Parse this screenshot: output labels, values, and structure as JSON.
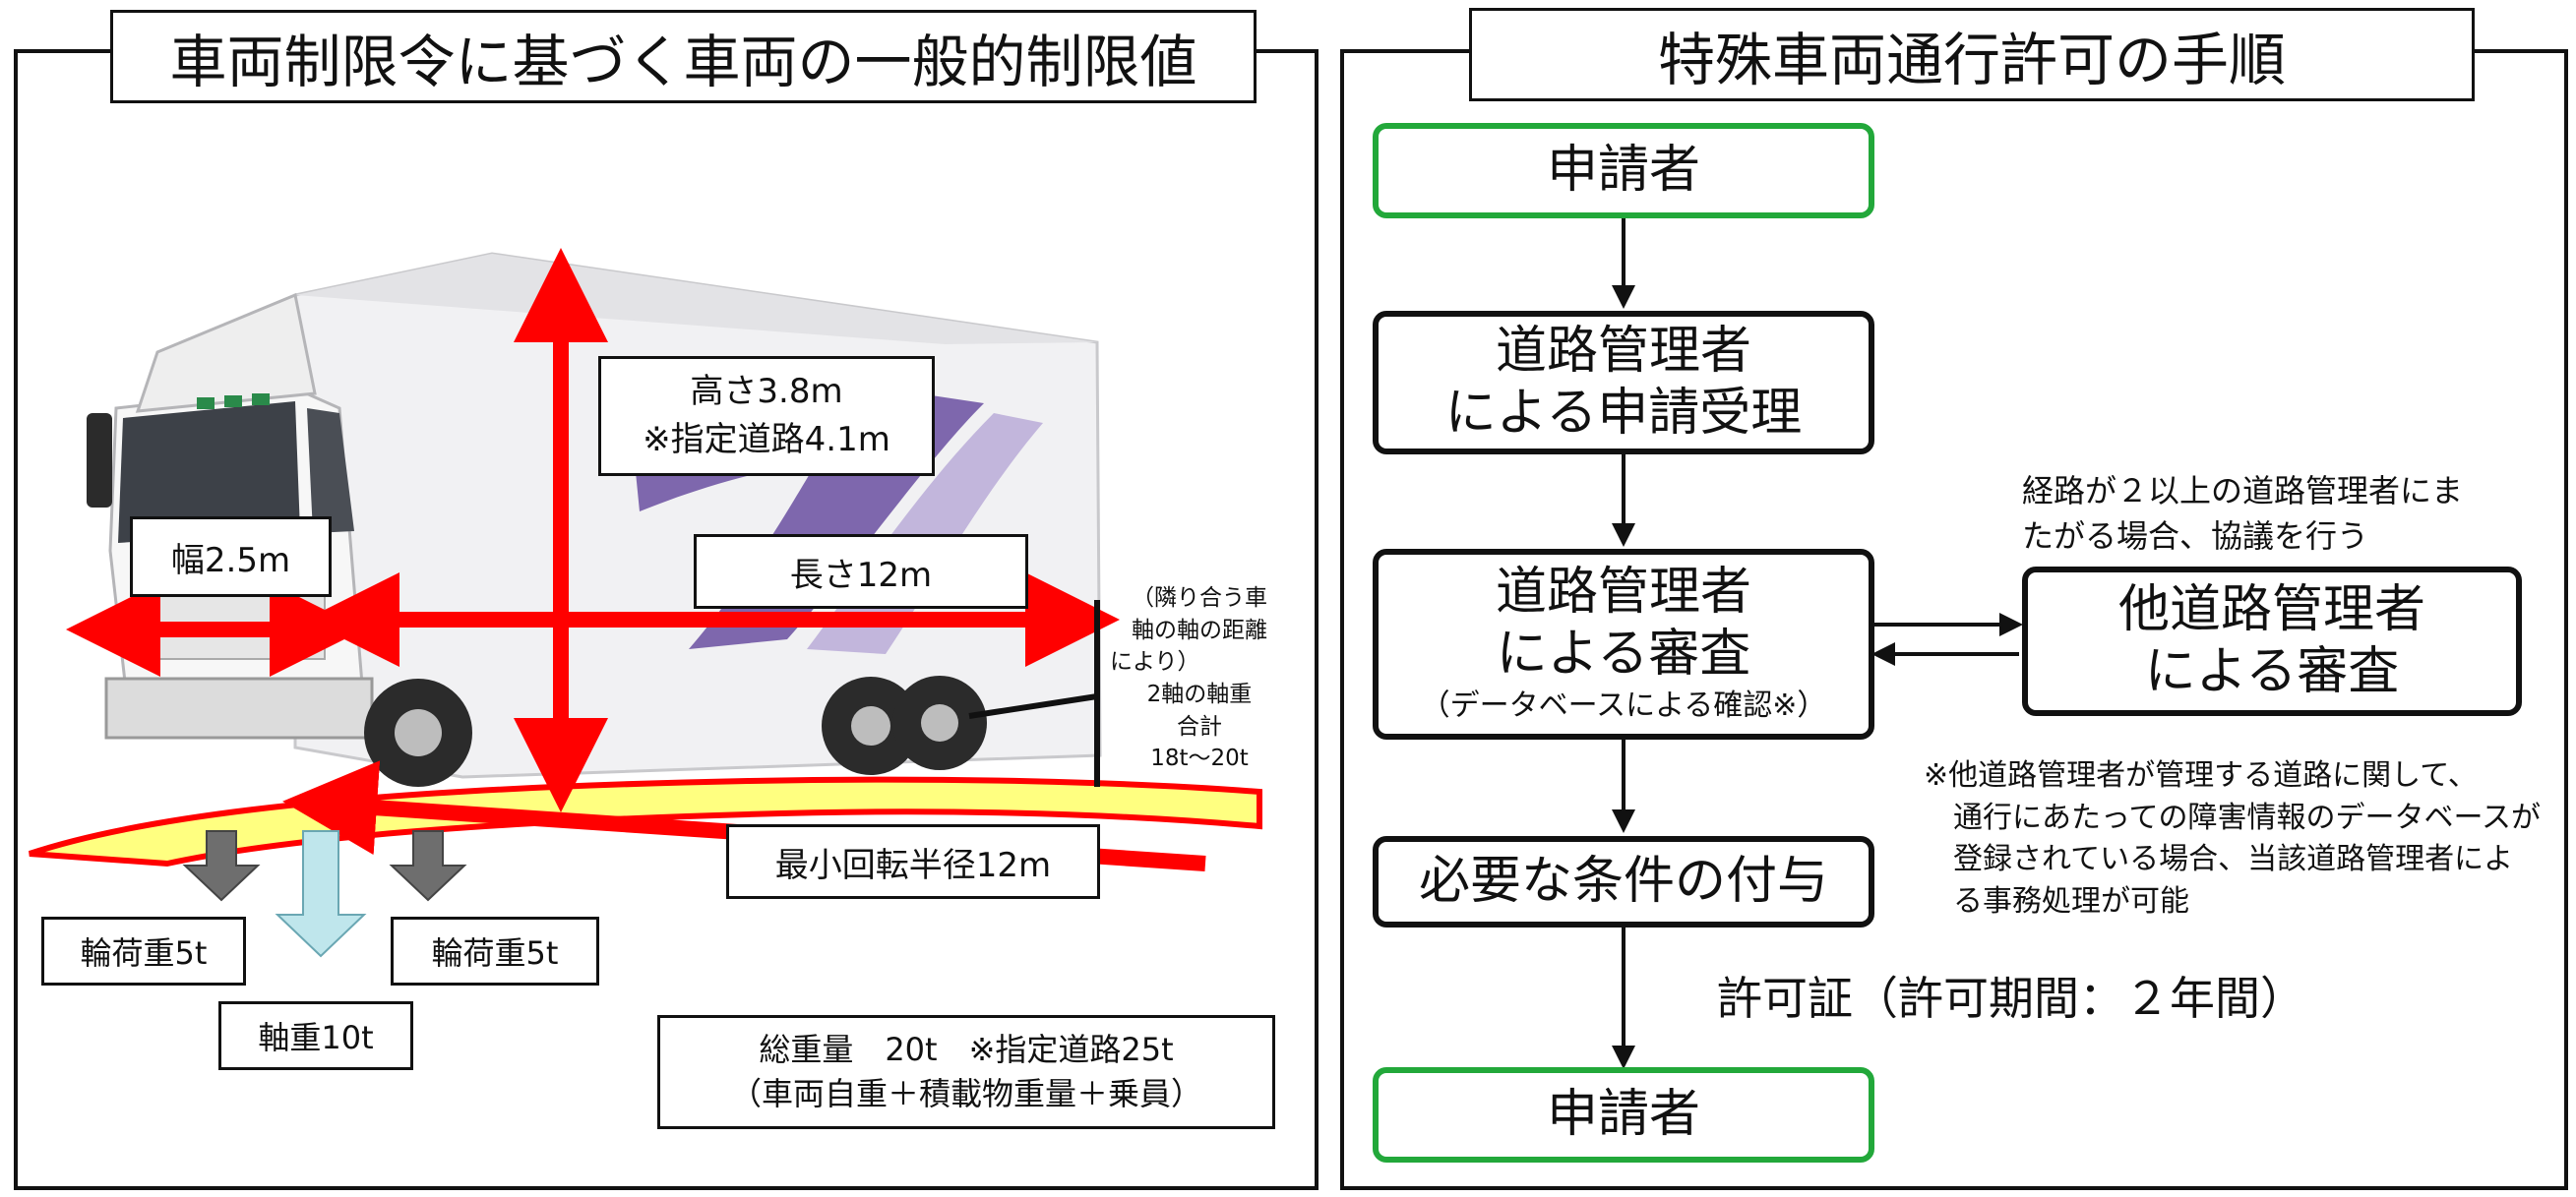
{
  "left_panel": {
    "title": "車両制限令に基づく車両の一般的制限値",
    "height_line1": "高さ3.8m",
    "height_line2": "※指定道路4.1m",
    "width": "幅2.5m",
    "length": "長さ12m",
    "axle_note_line1": "（隣り合う車",
    "axle_note_line2": "軸の軸の距離",
    "axle_note_line3": "により）",
    "axle_note_line4": "2軸の軸重",
    "axle_note_line5": "合計",
    "axle_note_line6": "18t～20t",
    "turning_radius": "最小回転半径12m",
    "wheel_load_left": "輪荷重5t",
    "wheel_load_right": "輪荷重5t",
    "axle_load": "軸重10t",
    "gross_weight_line1": "総重量　20t　※指定道路25t",
    "gross_weight_line2": "（車両自重＋積載物重量＋乗員）"
  },
  "right_panel": {
    "title": "特殊車両通行許可の手順",
    "applicant_top": "申請者",
    "acceptance_line1": "道路管理者",
    "acceptance_line2": "による申請受理",
    "review_line1": "道路管理者",
    "review_line2": "による審査",
    "review_line3": "（データベースによる確認※）",
    "other_review_line1": "他道路管理者",
    "other_review_line2": "による審査",
    "consult_note_line1": "経路が２以上の道路管理者にま",
    "consult_note_line2": "たがる場合、協議を行う",
    "conditions": "必要な条件の付与",
    "permit": "許可証（許可期間：２年間）",
    "applicant_bottom": "申請者",
    "footnote_line1": "※他道路管理者が管理する道路に関して、",
    "footnote_line2": "　通行にあたっての障害情報のデータベースが",
    "footnote_line3": "　登録されている場合、当該道路管理者によ",
    "footnote_line4": "　る事務処理が可能"
  },
  "colors": {
    "arrow_red": "#ff0000",
    "flow_green": "#22a83a",
    "yellow_path": "#ffff80",
    "down_arrow_gray": "#6e6e6e",
    "down_arrow_lightblue": "#bfe6ec"
  }
}
